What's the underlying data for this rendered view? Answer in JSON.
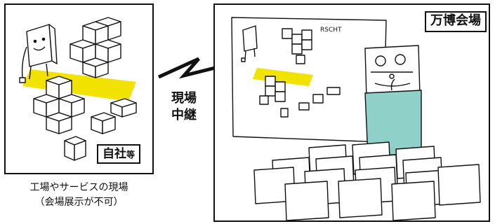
{
  "left": {
    "tag_main": "自社",
    "tag_small": "等",
    "caption_line1": "工場やサービスの現場",
    "caption_line2": "（会場展示が不可）"
  },
  "relay": {
    "line1": "現場",
    "line2": "中継"
  },
  "right": {
    "tag": "万博会場",
    "screen_text": "RSCHT"
  }
}
